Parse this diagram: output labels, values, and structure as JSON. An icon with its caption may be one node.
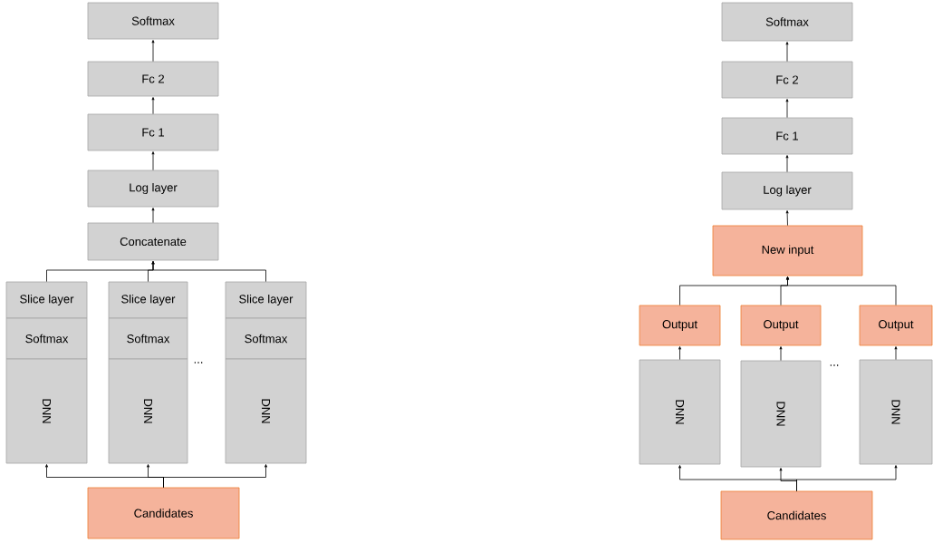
{
  "diagram": {
    "nodes": [
      {
        "text": [
          "Softmax"
        ]
      },
      {
        "text": [
          "Fc 2"
        ]
      },
      {
        "text": [
          "Fc 1"
        ]
      },
      {
        "text": [
          "Log layer"
        ]
      },
      {
        "text": [
          "Concatenate"
        ]
      },
      {
        "text": [
          "Slice layer"
        ]
      },
      {
        "text": [
          "Slice layer"
        ]
      },
      {
        "text": [
          "Slice layer"
        ]
      },
      {
        "text": [
          "Softmax"
        ]
      },
      {
        "text": [
          "Softmax"
        ]
      },
      {
        "text": [
          "Softmax"
        ]
      },
      {
        "text": [
          "DNN"
        ]
      },
      {
        "text": [
          "DNN"
        ]
      },
      {
        "text": [
          "DNN"
        ]
      },
      {
        "text": [
          "Candidates"
        ]
      },
      {
        "text": [
          "Softmax"
        ]
      },
      {
        "text": [
          "Fc 2"
        ]
      },
      {
        "text": [
          "Fc 1"
        ]
      },
      {
        "text": [
          "Log layer"
        ]
      },
      {
        "text": [
          "New input"
        ]
      },
      {
        "text": [
          "Output"
        ]
      },
      {
        "text": [
          "Output"
        ]
      },
      {
        "text": [
          "Output"
        ]
      },
      {
        "text": [
          "DNN"
        ]
      },
      {
        "text": [
          "DNN"
        ]
      },
      {
        "text": [
          "DNN"
        ]
      },
      {
        "text": [
          "Candidates"
        ]
      }
    ],
    "edges": [
      {
        "from": 1,
        "to": 0,
        "arrow": "to"
      },
      {
        "from": 2,
        "to": 1,
        "arrow": "to"
      },
      {
        "from": 3,
        "to": 2,
        "arrow": "to"
      },
      {
        "from": 4,
        "to": 3,
        "arrow": "to"
      },
      {
        "from": 5,
        "to": 4,
        "arrow": "to"
      },
      {
        "from": 6,
        "to": 4,
        "arrow": "to"
      },
      {
        "from": 7,
        "to": 4,
        "arrow": "to"
      },
      {
        "from": 14,
        "to": 11,
        "arrow": "to"
      },
      {
        "from": 14,
        "to": 12,
        "arrow": "to"
      },
      {
        "from": 14,
        "to": 13,
        "arrow": "to"
      },
      {
        "from": 16,
        "to": 15,
        "arrow": "to"
      },
      {
        "from": 17,
        "to": 16,
        "arrow": "to"
      },
      {
        "from": 18,
        "to": 17,
        "arrow": "to"
      },
      {
        "from": 19,
        "to": 18,
        "arrow": "to"
      },
      {
        "from": 20,
        "to": 19,
        "arrow": "to"
      },
      {
        "from": 21,
        "to": 19,
        "arrow": "to"
      },
      {
        "from": 22,
        "to": 19,
        "arrow": "to"
      },
      {
        "from": 23,
        "to": 20,
        "arrow": "to"
      },
      {
        "from": 24,
        "to": 21,
        "arrow": "to"
      },
      {
        "from": 25,
        "to": 22,
        "arrow": "to"
      },
      {
        "from": 26,
        "to": 23,
        "arrow": "to"
      },
      {
        "from": 26,
        "to": 24,
        "arrow": "to"
      },
      {
        "from": 26,
        "to": 25,
        "arrow": "to"
      }
    ],
    "labels": [
      "...",
      "..."
    ]
  }
}
